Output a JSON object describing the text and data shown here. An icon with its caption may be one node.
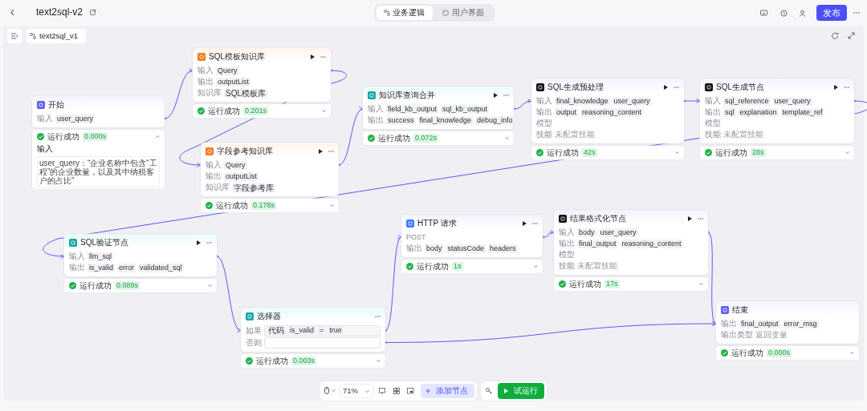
{
  "diagram": {
    "nodes": [
      {
        "text": [
          "开始",
          "输入",
          "user_query"
        ],
        "beside": [
          "运行成功",
          "0.000s",
          "输入",
          "user_query：“企业名称中包含“工程”的企业数量，以及其中纳税客户的占比”"
        ]
      },
      {
        "text": [
          "SQL模板知识库",
          "输入",
          "Query",
          "输出",
          "outputList",
          "知识库",
          "SQL模板库"
        ],
        "beside": [
          "运行成功",
          "0.201s"
        ]
      },
      {
        "text": [
          "字段参考知识库",
          "输入",
          "Query",
          "输出",
          "outputList",
          "知识库",
          "字段参考库"
        ],
        "beside": [
          "运行成功",
          "0.178s"
        ]
      },
      {
        "text": [
          "知识库查询合并",
          "输入",
          "field_kb_output",
          "sql_kb_output",
          "输出",
          "success",
          "final_knowledge",
          "debug_info"
        ],
        "beside": [
          "运行成功",
          "0.072s"
        ]
      },
      {
        "text": [
          "SQL生成预处理",
          "输入",
          "final_knowledge",
          "user_query",
          "输出",
          "output",
          "reasoning_content",
          "模型",
          "技能",
          "未配置技能"
        ],
        "beside": [
          "运行成功",
          "42s"
        ]
      },
      {
        "text": [
          "SQL生成节点",
          "输入",
          "sql_reference",
          "user_query",
          "输出",
          "sql",
          "explanation",
          "template_ref",
          "模型",
          "技能",
          "未配置技能"
        ],
        "beside": [
          "运行成功",
          "28s"
        ]
      },
      {
        "text": [
          "SQL验证节点",
          "输入",
          "llm_sql",
          "输出",
          "is_valid",
          "error",
          "validated_sql"
        ],
        "beside": [
          "运行成功",
          "0.089s"
        ]
      },
      {
        "text": [
          "HTTP 请求",
          "POST",
          "输出",
          "body",
          "statusCode",
          "headers"
        ],
        "beside": [
          "运行成功",
          "1s"
        ]
      },
      {
        "text": [
          "结果格式化节点",
          "输入",
          "body",
          "user_query",
          "输出",
          "final_output",
          "reasoning_content",
          "模型",
          "技能",
          "未配置技能"
        ],
        "beside": [
          "运行成功",
          "17s"
        ]
      },
      {
        "text": [
          "选择器",
          "如果",
          "代码",
          "is_valid",
          "=",
          "true",
          "否则"
        ],
        "beside": [
          "运行成功",
          "0.003s"
        ]
      },
      {
        "text": [
          "结束",
          "输出",
          "final_output",
          "error_msg",
          "输出类型",
          "返回变量"
        ],
        "beside": [
          "运行成功",
          "0.000s"
        ]
      }
    ],
    "edges": [
      {
        "from": 0,
        "to": 1,
        "arrow": "to"
      },
      {
        "from": 1,
        "to": 2,
        "arrow": "to"
      },
      {
        "from": 2,
        "to": 3,
        "arrow": "to"
      },
      {
        "from": 3,
        "to": 4,
        "arrow": "to"
      },
      {
        "from": 4,
        "to": 5,
        "arrow": "to"
      },
      {
        "from": 5,
        "to": 6,
        "arrow": "to"
      },
      {
        "from": 6,
        "to": 9,
        "arrow": "to"
      },
      {
        "from": 9,
        "to": 7,
        "arrow": "to"
      },
      {
        "from": 7,
        "to": 8,
        "arrow": "to"
      },
      {
        "from": 8,
        "to": 10,
        "arrow": "to"
      },
      {
        "from": 9,
        "to": 10,
        "arrow": "to"
      }
    ],
    "labels": [
      "text2sql-v2",
      "业务逻辑",
      "用户界面",
      "发布",
      "text2sql_v1",
      "71%",
      "添加节点",
      "试运行"
    ]
  }
}
